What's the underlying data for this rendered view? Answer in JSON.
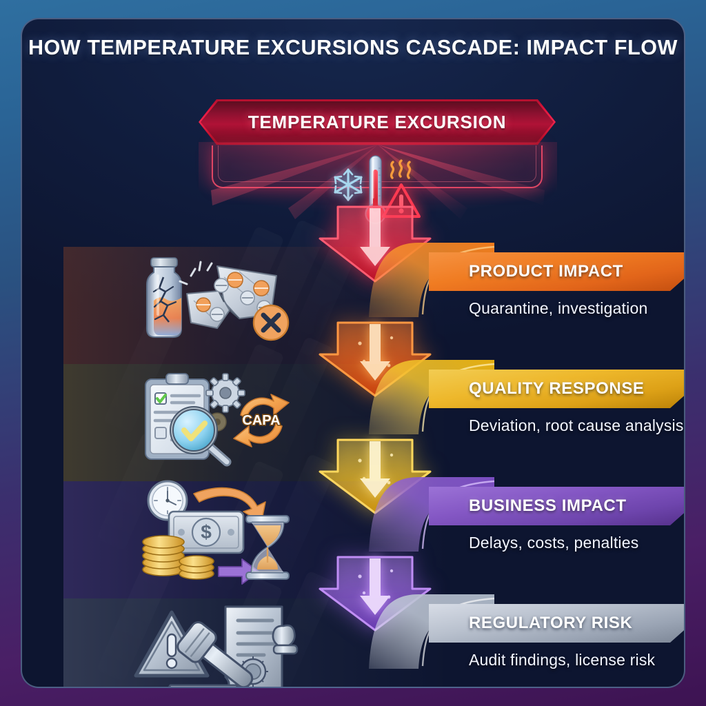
{
  "title": "HOW TEMPERATURE EXCURSIONS CASCADE: IMPACT FLOW",
  "source_node": {
    "label": "TEMPERATURE EXCURSION",
    "color": "#e0153c",
    "icons": [
      "snowflake-icon",
      "thermometer-icon",
      "heat-waves-icon",
      "warning-triangle-icon"
    ]
  },
  "stages": [
    {
      "label": "PRODUCT IMPACT",
      "subtitle": "Quarantine, investigation",
      "color": "#f07c22",
      "arrow_color": "#ff3b30",
      "icons": [
        "cracked-vial-icon",
        "broken-blister-pack-icon",
        "rejected-x-badge-icon"
      ]
    },
    {
      "label": "QUALITY RESPONSE",
      "subtitle": "Deviation, root cause analysis",
      "color": "#eeb82c",
      "arrow_color": "#f07c22",
      "icons": [
        "clipboard-checklist-icon",
        "gear-icon",
        "magnifier-check-icon",
        "capa-cycle-icon"
      ],
      "icon_text": "CAPA"
    },
    {
      "label": "BUSINESS IMPACT",
      "subtitle": "Delays, costs, penalties",
      "color": "#8457c4",
      "arrow_color": "#eeb82c",
      "icons": [
        "clock-icon",
        "banknote-dollar-icon",
        "coin-stack-icon",
        "hourglass-icon",
        "curved-arrow-icon"
      ],
      "icon_text": "$"
    },
    {
      "label": "REGULATORY RISK",
      "subtitle": "Audit findings, license risk",
      "color": "#b9c1ce",
      "arrow_color": "#9b72d6",
      "icons": [
        "warning-triangle-icon",
        "gavel-icon",
        "certificate-document-icon",
        "rubber-stamp-icon"
      ]
    }
  ],
  "theme": {
    "frame_top": "#2a6496",
    "frame_bottom": "#3d1352",
    "panel_bg": "#101c3c",
    "title_color": "#ffffff"
  }
}
